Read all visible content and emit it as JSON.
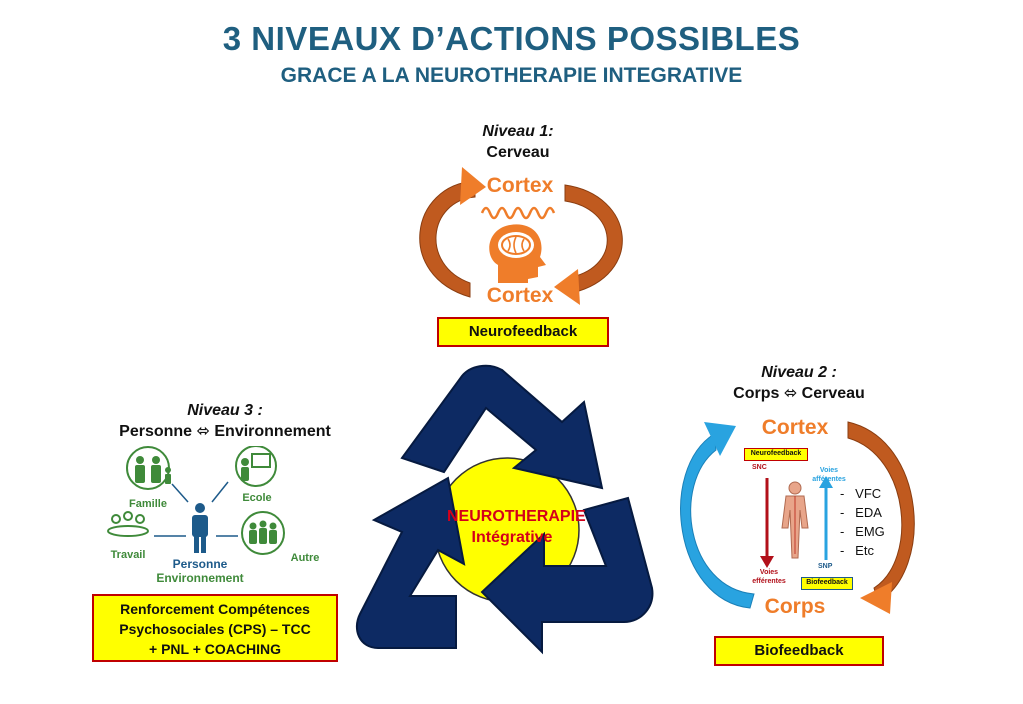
{
  "title": "3 NIVEAUX D’ACTIONS POSSIBLES",
  "subtitle": "GRACE A LA NEUROTHERAPIE INTEGRATIVE",
  "center": {
    "line1": "NEUROTHERAPIE",
    "line2": "Intégrative"
  },
  "level1": {
    "heading": "Niveau 1:",
    "subheading": "Cerveau",
    "cortex_top": "Cortex",
    "cortex_bottom": "Cortex",
    "box": "Neurofeedback"
  },
  "level2": {
    "heading": "Niveau 2 :",
    "subheading": "Corps ⬄ Cerveau",
    "cortex": "Cortex",
    "corps": "Corps",
    "mini_neurofeedback": "Neurofeedback",
    "mini_biofeedback": "Biofeedback",
    "snc": "SNC",
    "snp": "SNP",
    "voies_afferentes": "Voies afférentes",
    "voies_efferentes": "Voies efférentes",
    "measures": [
      "VFC",
      "EDA",
      "EMG",
      "Etc"
    ],
    "box": "Biofeedback"
  },
  "level3": {
    "heading": "Niveau 3 :",
    "subheading": "Personne ⬄ Environnement",
    "famille": "Famille",
    "ecole": "Ecole",
    "travail": "Travail",
    "autre": "Autre",
    "personne": "Personne",
    "environnement": "Environnement",
    "box_line1": "Renforcement Compétences",
    "box_line2": "Psychosociales (CPS) – TCC",
    "box_line3": "+ PNL + COACHING"
  },
  "colors": {
    "title": "#1f5f80",
    "navy_arrow": "#0d2a63",
    "orange": "#ef7d2a",
    "box_fill": "#ffff00",
    "box_border": "#c00000",
    "green_icons": "#3f8a3a",
    "blue_arrow": "#29a3e0"
  },
  "icons": [
    "brain-head-icon",
    "brainwave-icon",
    "body-icon",
    "family-icon",
    "school-icon",
    "work-icon",
    "group-icon",
    "person-icon"
  ]
}
